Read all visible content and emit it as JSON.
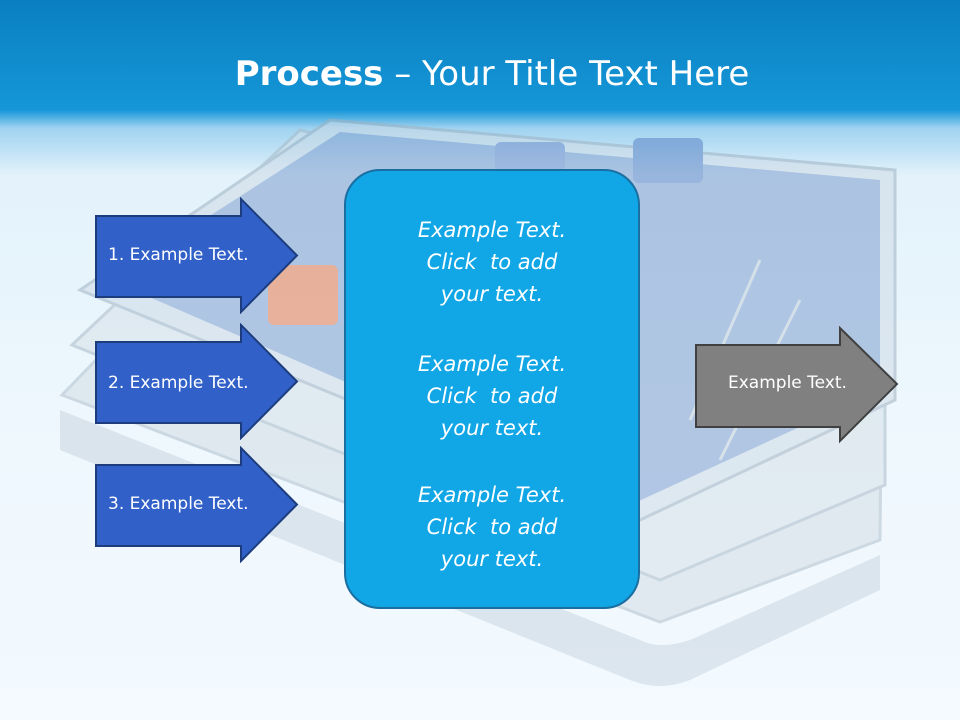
{
  "title": {
    "bold": "Process",
    "rest": " – Your Title Text Here"
  },
  "left_arrows": [
    {
      "label": "1. Example Text."
    },
    {
      "label": "2. Example Text."
    },
    {
      "label": "3. Example Text."
    }
  ],
  "center_blocks": [
    {
      "lines": [
        "Example Text.",
        "Click  to add",
        "your text."
      ]
    },
    {
      "lines": [
        "Example Text.",
        "Click  to add",
        "your text."
      ]
    },
    {
      "lines": [
        "Example Text.",
        "Click  to add",
        "your text."
      ]
    }
  ],
  "right_arrow": {
    "label": "Example Text."
  },
  "colors": {
    "left_arrow": "#3060c8",
    "right_arrow": "#808080",
    "center_box": "#11a6e6",
    "header": "#1597d8"
  }
}
